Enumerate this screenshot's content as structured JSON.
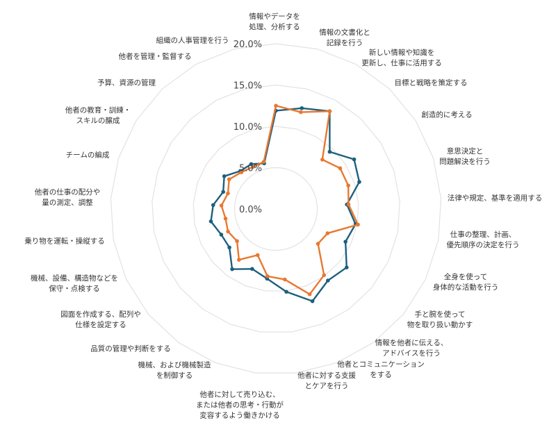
{
  "chart_data": {
    "type": "radar",
    "axis_range": [
      0,
      20
    ],
    "axis_unit": "%",
    "tick_labels": [
      "0.0%",
      "5.0%",
      "10.0%",
      "15.0%",
      "20.0%"
    ],
    "ticks": [
      0,
      5,
      10,
      15,
      20
    ],
    "grid": true,
    "categories": [
      "情報やデータを\n処理、分析する",
      "情報の文書化と\n記録を行う",
      "新しい情報や知識を\n更新し、仕事に活用する",
      "目標と戦略を策定する",
      "創造的に考える",
      "意思決定と\n問題解決を行う",
      "法律や規定、基準を適用する",
      "仕事の整理、計画、\n優先順序の決定を行う",
      "全身を使って\n身体的な活動を行う",
      "手と腕を使って\n物を取り扱い動かす",
      "情報を他者に伝える、\nアドバイスを行う",
      "他者とコミュニケーション\nをする",
      "他者に対する支援\nとケアを行う",
      "他者に対して売り込む、\nまたは他者の思考・行動が\n変容するよう働きかける",
      "機械、および機械製造\nを制御する",
      "品質の管理や判断をする",
      "図面を作成する、配列や\n仕様を設定する",
      "機械、設備、構造物などを\n保守・点検する",
      "乗り物を運転・操縦する",
      "他者の仕事の配分や\n量の測定、調整",
      "チームの編成",
      "他者の教育・訓練・\nスキルの醸成",
      "予算、資源の管理",
      "他者を管理・監督する",
      "組織の人事管理を行う"
    ],
    "series": [
      {
        "color": "#1d5f7e",
        "values": [
          11.9,
          12.6,
          13.5,
          9.5,
          11.2,
          10.6,
          8.6,
          9.8,
          9.3,
          11.1,
          10.7,
          12.0,
          10.1,
          8.5,
          7.8,
          9.0,
          7.3,
          7.3,
          8.0,
          7.6,
          6.7,
          7.4,
          6.3,
          6.2,
          5.7
        ]
      },
      {
        "color": "#e8782f",
        "values": [
          12.5,
          12.1,
          13.5,
          8.2,
          9.2,
          9.2,
          8.8,
          10.1,
          6.9,
          6.6,
          9.9,
          11.1,
          8.6,
          8.2,
          6.0,
          7.6,
          6.1,
          6.4,
          6.2,
          6.6,
          6.1,
          6.7,
          6.1,
          5.8,
          5.9
        ]
      }
    ]
  }
}
